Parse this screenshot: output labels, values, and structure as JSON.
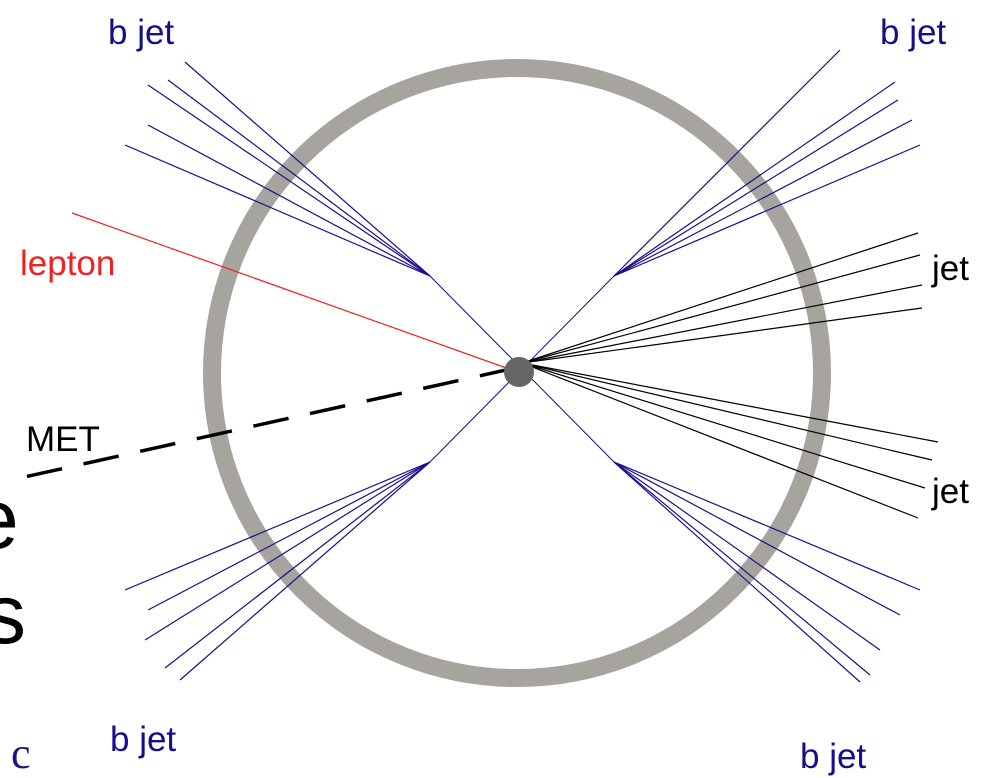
{
  "labels": {
    "b_jet_top_left": "b jet",
    "b_jet_top_right": "b jet",
    "b_jet_bottom_left": "b jet",
    "b_jet_bottom_right": "b jet",
    "jet_upper": "jet",
    "jet_lower": "jet",
    "lepton": "lepton",
    "met": "MET"
  },
  "cropped_fragments": {
    "e": "e",
    "s": "s",
    "c": "c"
  },
  "colors": {
    "b_jet": "#1a0f8c",
    "jet": "#000000",
    "lepton": "#ee2222",
    "met": "#000000",
    "detector_ring": "#a7a39e",
    "vertex": "#666666",
    "label_blue": "#120f8a",
    "label_red": "#ee2222",
    "fragment_c": "#1a1580"
  },
  "icons": {
    "detector": "circular-detector-ring",
    "vertex": "collision-vertex-dot"
  }
}
